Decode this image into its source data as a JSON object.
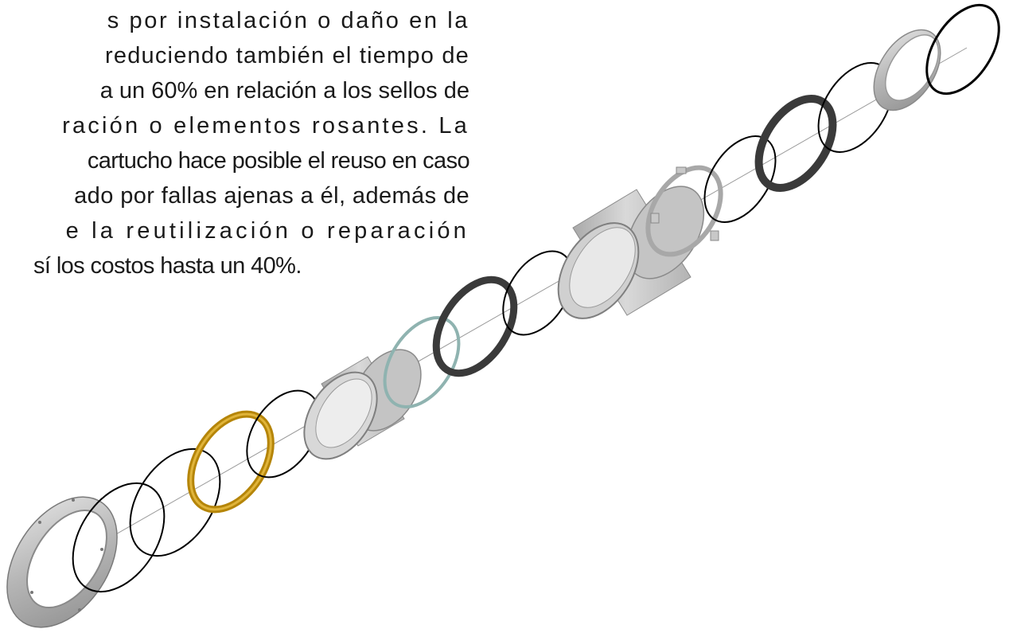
{
  "text": {
    "lines": [
      "s por instalación o daño en la",
      "reduciendo también el tiempo de",
      "a un 60% en relación a los sellos de",
      "ración o elementos rosantes. La",
      "cartucho hace posible el reuso en caso",
      "ado por fallas ajenas a él, además de",
      "e la reutilización o reparación",
      "sí los costos hasta un 40%."
    ]
  },
  "diagram": {
    "components": [
      {
        "name": "flange-end",
        "type": "flanged-ring",
        "color": "#b8b8b8"
      },
      {
        "name": "o-ring-1",
        "type": "o-ring",
        "color": "#000000"
      },
      {
        "name": "o-ring-2",
        "type": "o-ring",
        "color": "#000000"
      },
      {
        "name": "bronze-ring",
        "type": "solid-ring",
        "color": "#c9960f"
      },
      {
        "name": "o-ring-3",
        "type": "o-ring",
        "color": "#000000"
      },
      {
        "name": "sleeve-short",
        "type": "sleeve",
        "color": "#bdbdbd"
      },
      {
        "name": "teal-ring",
        "type": "thin-ring",
        "color": "#8fb3b0"
      },
      {
        "name": "dark-ring-1",
        "type": "solid-ring",
        "color": "#3a3a3a"
      },
      {
        "name": "o-ring-4",
        "type": "o-ring",
        "color": "#000000"
      },
      {
        "name": "sleeve-long",
        "type": "sleeve",
        "color": "#c2c2c2"
      },
      {
        "name": "clip-ring",
        "type": "clip-ring",
        "color": "#c8c8c8"
      },
      {
        "name": "o-ring-5",
        "type": "o-ring",
        "color": "#000000"
      },
      {
        "name": "dark-ring-2",
        "type": "solid-ring",
        "color": "#3a3a3a"
      },
      {
        "name": "o-ring-6",
        "type": "o-ring",
        "color": "#000000"
      },
      {
        "name": "collar-ring",
        "type": "collar",
        "color": "#b8b8b8"
      },
      {
        "name": "o-ring-7",
        "type": "o-ring",
        "color": "#000000"
      }
    ]
  }
}
